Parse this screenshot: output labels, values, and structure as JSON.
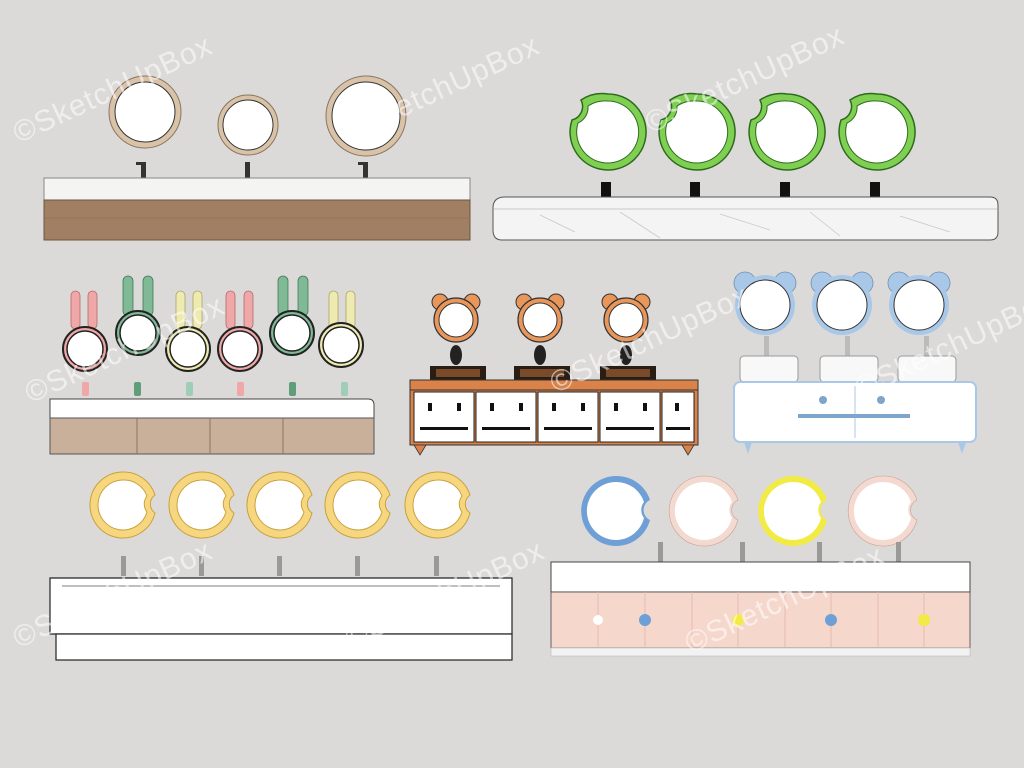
{
  "watermark": {
    "text": "©SketchUpBox",
    "color": "#ffffff"
  },
  "scene": {
    "background": "#dcdad8",
    "vanities": [
      {
        "name": "wood-vanity-round-mirrors",
        "mirror_frame": "#d9c3a8",
        "cabinet": "#a07f63",
        "count": 3
      },
      {
        "name": "marble-vanity-moon-mirrors",
        "mirror_frame": "#7fcf52",
        "cabinet": "#f2f2f2",
        "count": 4
      },
      {
        "name": "bunny-vanity",
        "mirror_frame": "#222222",
        "ear_colors": [
          "#f0a7a7",
          "#7fb995",
          "#eeeab0",
          "#f0a7a7",
          "#7fb995",
          "#eeeab0"
        ],
        "cabinet": "#c9b09a",
        "count": 6
      },
      {
        "name": "bear-vanity",
        "mirror_frame": "#e8965a",
        "cabinet": "#d9834a",
        "count": 3
      },
      {
        "name": "blue-bear-vanity",
        "mirror_frame": "#a9c8e8",
        "cabinet": "#ffffff",
        "count": 3
      },
      {
        "name": "yellow-moon-trough",
        "mirror_frame": "#f6d77f",
        "cabinet": "#ffffff",
        "count": 5
      },
      {
        "name": "pink-vanity-moon-mirrors",
        "mirror_colors": [
          "#6e9fd6",
          "#f3d9cf",
          "#f2ea45",
          "#f3d9cf"
        ],
        "cabinet": "#f6d7cc",
        "count": 4
      }
    ]
  }
}
